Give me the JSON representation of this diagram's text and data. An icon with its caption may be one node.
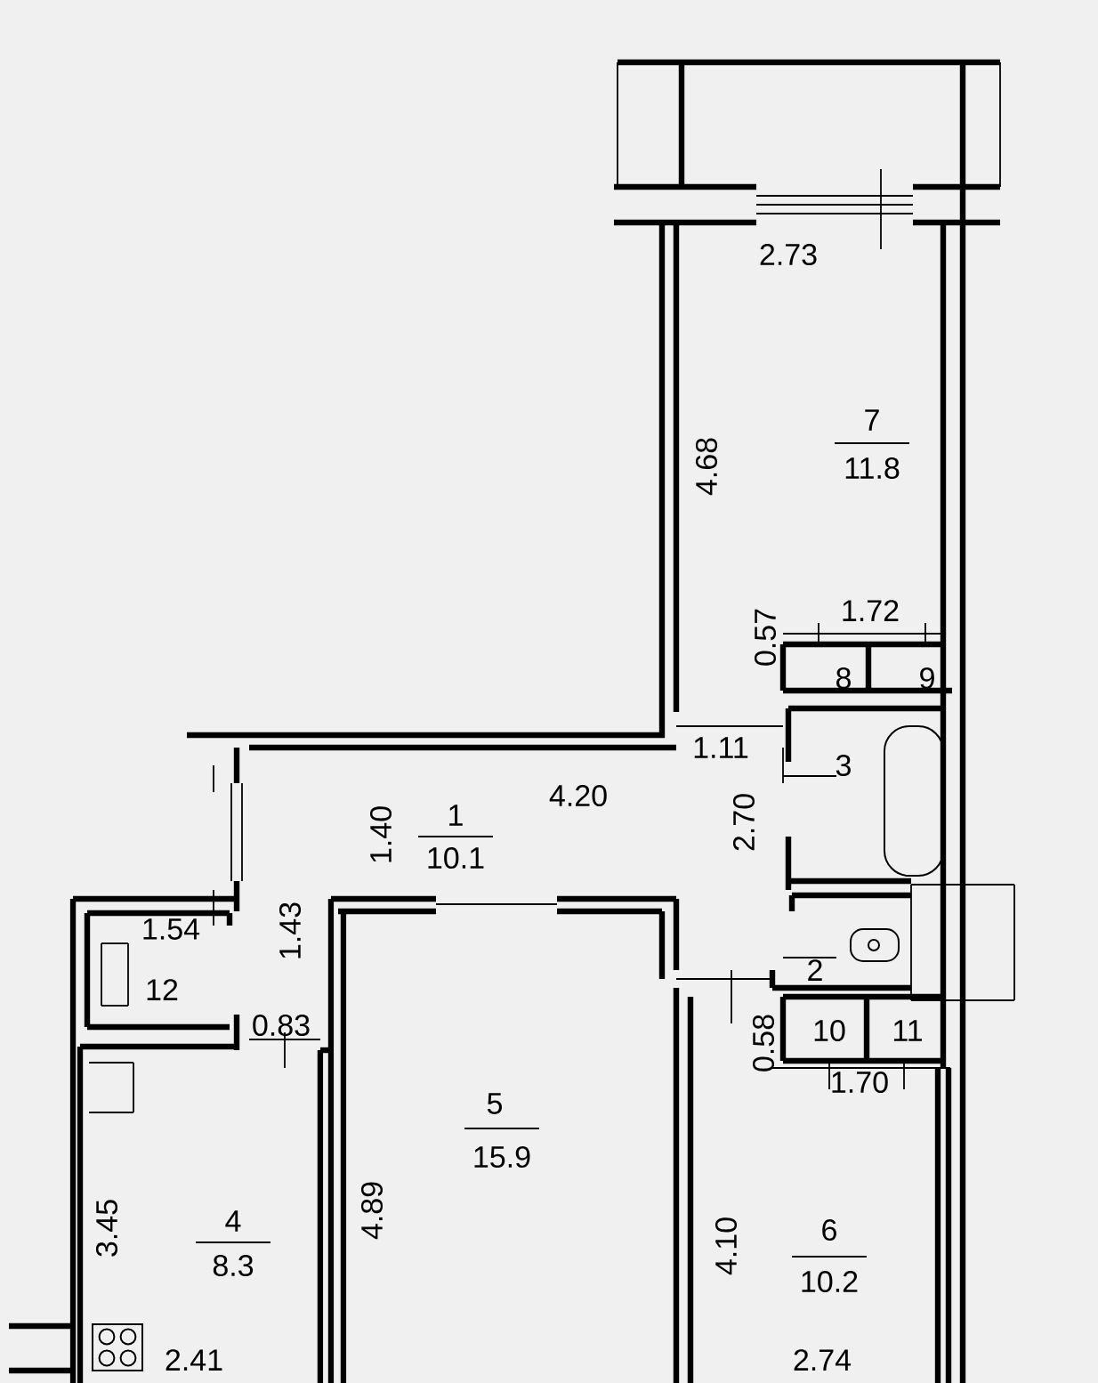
{
  "diagram": {
    "labels": [
      "2.73",
      "7",
      "11.8",
      "4.68",
      "1.72",
      "0.57",
      "8",
      "9",
      "1.11",
      "4.20",
      "3",
      "1",
      "10.1",
      "1.40",
      "2.70",
      "1.54",
      "12",
      "1.43",
      "2",
      "0.83",
      "0.58",
      "10",
      "11",
      "1.70",
      "5",
      "15.9",
      "4",
      "8.3",
      "3.45",
      "4.89",
      "6",
      "10.2",
      "4.10",
      "2.41",
      "2.74"
    ]
  }
}
